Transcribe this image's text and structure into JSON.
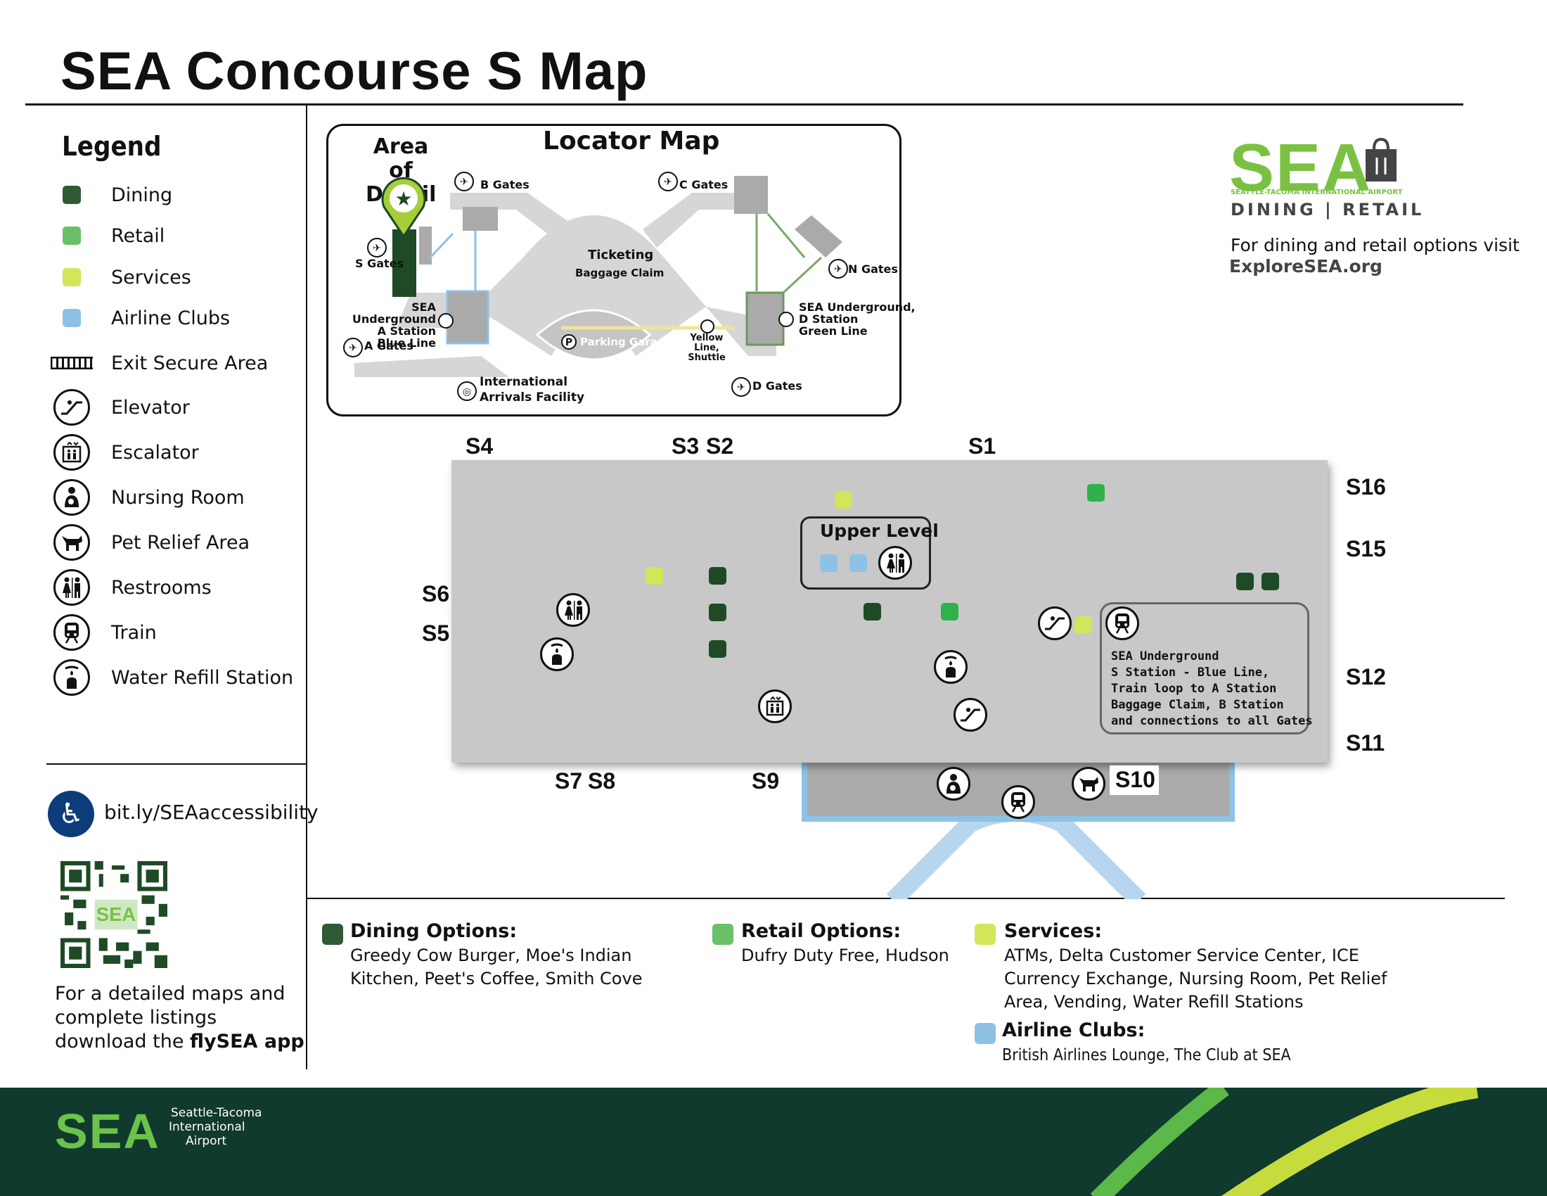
{
  "title": "SEA Concourse S Map",
  "colors": {
    "dining": "#2f5a35",
    "retail": "#6abf69",
    "services": "#d3e55a",
    "airline_clubs": "#8ec1e6",
    "dark_green_map": "#1e4a25",
    "bright_green_map": "#2db34a",
    "footer_bg": "#0f3a2d",
    "brand_green": "#7ac143"
  },
  "legend": {
    "title": "Legend",
    "items": [
      {
        "label": "Dining",
        "icon": "dining-square"
      },
      {
        "label": "Retail",
        "icon": "retail-square"
      },
      {
        "label": "Services",
        "icon": "services-square"
      },
      {
        "label": "Airline Clubs",
        "icon": "airline-clubs-square"
      },
      {
        "label": "Exit Secure Area",
        "icon": "exit-secure-area-icon"
      },
      {
        "label": "Elevator",
        "icon": "escalator-glyph-icon"
      },
      {
        "label": "Escalator",
        "icon": "elevator-glyph-icon"
      },
      {
        "label": "Nursing Room",
        "icon": "nursing-room-icon"
      },
      {
        "label": "Pet Relief Area",
        "icon": "pet-relief-icon"
      },
      {
        "label": "Restrooms",
        "icon": "restrooms-icon"
      },
      {
        "label": "Train",
        "icon": "train-icon"
      },
      {
        "label": "Water Refill Station",
        "icon": "water-refill-icon"
      }
    ]
  },
  "accessibility": {
    "link": "bit.ly/SEAaccessibility",
    "icon": "wheelchair-icon"
  },
  "qr": {
    "label": "SEA"
  },
  "app_note": {
    "prefix": "For a detailed maps and complete listings download the ",
    "app": "flySEA app"
  },
  "locator": {
    "title": "Locator Map",
    "area_of_detail": "Area of Detail",
    "b_gates": "B Gates",
    "c_gates": "C Gates",
    "s_gates": "S Gates",
    "n_gates": "N Gates",
    "a_gates": "A Gates",
    "d_gates": "D Gates",
    "ticketing": "Ticketing",
    "baggage_claim": "Baggage Claim",
    "parking_garage": "Parking Garage",
    "yellow_line": "Yellow Line, Shuttle",
    "sea_underground_a": [
      "SEA Underground",
      "A Station",
      "Blue Line"
    ],
    "sea_underground_d": [
      "SEA Underground,",
      "D Station",
      "Green Line"
    ],
    "international": [
      "International",
      "Arrivals Facility"
    ],
    "parking_letter": "P"
  },
  "gates": [
    "S4",
    "S3",
    "S2",
    "S1",
    "S16",
    "S15",
    "S6",
    "S5",
    "S12",
    "S11",
    "S7",
    "S8",
    "S9",
    "S10"
  ],
  "upper_level": {
    "title": "Upper Level"
  },
  "station_note": "SEA Underground\nS Station - Blue Line,\nTrain loop to A Station\nBaggage Claim, B Station\nand connections to all Gates",
  "options": {
    "dining": {
      "heading": "Dining Options:",
      "text": "Greedy Cow Burger, Moe's Indian Kitchen, Peet's Coffee, Smith Cove"
    },
    "retail": {
      "heading": "Retail Options:",
      "text": "Dufry Duty Free, Hudson"
    },
    "services": {
      "heading": "Services:",
      "text": "ATMs, Delta Customer Service Center, ICE Currency Exchange, Nursing Room, Pet Relief Area, Vending, Water Refill Stations"
    },
    "clubs": {
      "heading": "Airline Clubs:",
      "text": "British Airlines Lounge, The Club at SEA"
    }
  },
  "brand": {
    "logo": "SEA",
    "small": "SEATTLE-TACOMA INTERNATIONAL AIRPORT",
    "tagline": "DINING | RETAIL",
    "visit": "For dining and retail options visit",
    "url": "ExploreSEA.org"
  },
  "footer": {
    "logo": "SEA",
    "sub": [
      "Seattle-Tacoma",
      "International",
      "Airport"
    ]
  }
}
